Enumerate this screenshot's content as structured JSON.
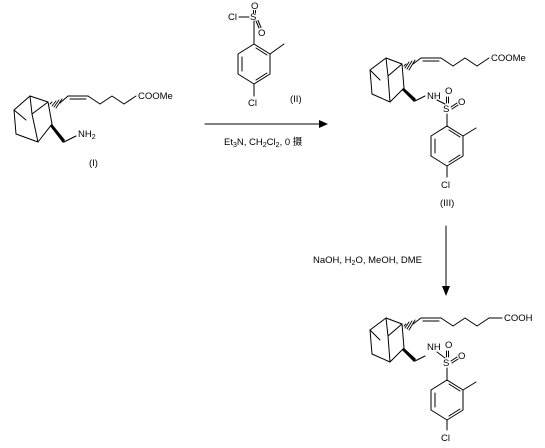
{
  "reagent_top": {
    "cl": "Cl",
    "s": "S",
    "o1": "O",
    "o2": "O",
    "label": "(II)",
    "cl_para": "Cl"
  },
  "compound_I": {
    "ester": "COOMe",
    "amine": "NH",
    "amine_sub": "2",
    "label": "(I)"
  },
  "arrow1": {
    "c1": "Et",
    "c1_sub": "3",
    "c2": "N, CH",
    "c2_sub": "2",
    "c3": "Cl",
    "c3_sub": "2",
    "c4": ", 0 摄"
  },
  "compound_III": {
    "ester": "COOMe",
    "nh": "NH",
    "s": "S",
    "o1": "O",
    "o2": "O",
    "cl": "Cl",
    "label": "(III)"
  },
  "arrow2": {
    "c1": "NaOH, H",
    "c1_sub": "2",
    "c2": "O, MeOH, DME"
  },
  "product": {
    "acid": "COOH",
    "nh": "NH",
    "s": "S",
    "o1": "O",
    "o2": "O",
    "cl": "Cl"
  }
}
